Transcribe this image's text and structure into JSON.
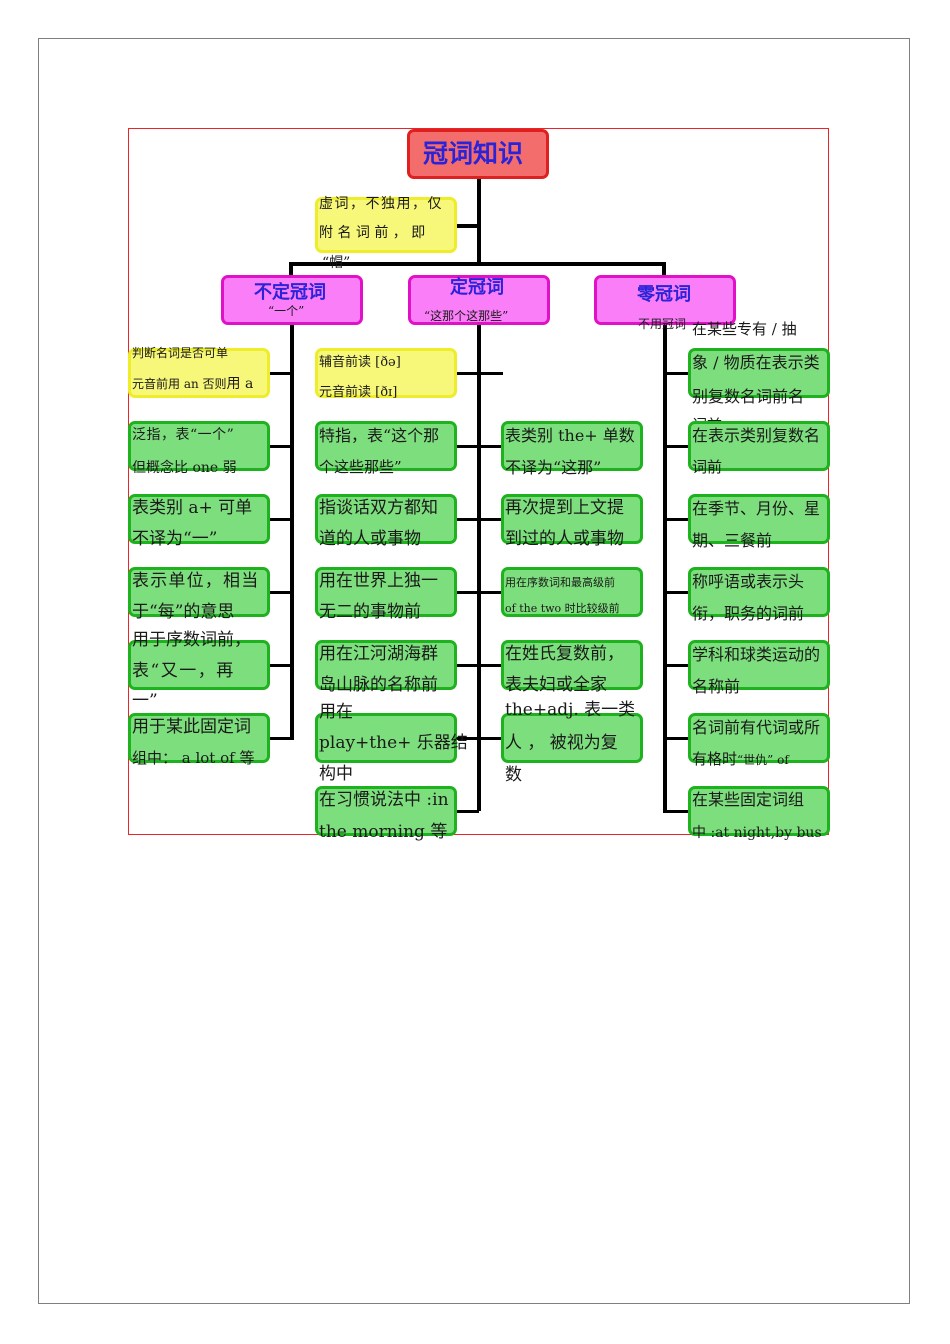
{
  "root": {
    "title": "冠词知识"
  },
  "definition": {
    "line1": "虚词，不独用，仅",
    "line2": "附 名 词 前 ， 即",
    "line3": "“帽”"
  },
  "indefinite": {
    "title": "不定冠词",
    "subtitle": "“一个”",
    "choice": {
      "line1": "判断名词是否可单",
      "line2a": "元音前用 an 否则",
      "line2b": "用 a"
    },
    "items": [
      {
        "line1": "泛指，表“一个”",
        "line2": "但概念比 one 弱"
      },
      {
        "line1": "表类别 a+ 可单",
        "line2": "不译为“一”"
      },
      {
        "line1": "表示单位，相当",
        "line2": "于“每”的意思"
      },
      {
        "line0": "用于序数词前，",
        "line1": "表“又一，再",
        "line2": "一”"
      },
      {
        "line1": "用于某此固定词",
        "line2": "组中： a lot of 等"
      }
    ]
  },
  "definite": {
    "title": "定冠词",
    "subtitle": "“这那个这那些”",
    "pronunciation": {
      "line1": "辅音前读 [ðə]",
      "line2": "元音前读 [ðɪ]"
    },
    "items_left": [
      {
        "line1": "特指，表“这个那",
        "line2": "个这些那些”"
      },
      {
        "line1": "指谈话双方都知",
        "line2": "道的人或事物"
      },
      {
        "line1": "用在世界上独一",
        "line2": "无二的事物前"
      },
      {
        "line1": "用在江河湖海群",
        "line2": "岛山脉的名称前"
      },
      {
        "line0": "用在",
        "line1": "play+the+ 乐器结",
        "line2": "构中"
      },
      {
        "line1": "在习惯说法中 :in",
        "line2": "the morning 等"
      }
    ],
    "items_right": [
      {
        "line1": "表类别 the+ 单数",
        "line2": "不译为“这那”"
      },
      {
        "line1": "再次提到上文提",
        "line2": "到过的人或事物"
      },
      {
        "line1": "用在序数词和最高级前",
        "line2": "of the two 时比较级前"
      },
      {
        "line1": "在姓氏复数前，",
        "line2": "表夫妇或全家"
      },
      {
        "line1": "the+adj. 表一类",
        "line2": "人 ， 被视为复",
        "line3": "数"
      }
    ]
  },
  "zero": {
    "title": "零冠词",
    "subtitle": "不用冠词",
    "items": [
      {
        "line0": "在某些专有 / 抽",
        "line1": "象 / 物质在表示类",
        "line2": "别复数名词前名",
        "line3": "词前"
      },
      {
        "line1": "在表示类别复数名",
        "line2": "词前"
      },
      {
        "line1": "在季节、月份、星",
        "line2": "期、三餐前"
      },
      {
        "line1": "称呼语或表示头",
        "line2": "衔，职务的词前"
      },
      {
        "line1": "学科和球类运动的",
        "line2": "名称前"
      },
      {
        "line1": "名词前有代词或所",
        "line2a": "有格时",
        "line2b": "“世仇” of"
      },
      {
        "line1": "在某些固定词组",
        "line2": "中 :at night,by bus"
      }
    ]
  },
  "colors": {
    "item": "#7dde7d",
    "note": "#f7f77a",
    "category": "#fb7ef9",
    "root": "#f46d6d",
    "heading_text": "#2a23d8"
  }
}
